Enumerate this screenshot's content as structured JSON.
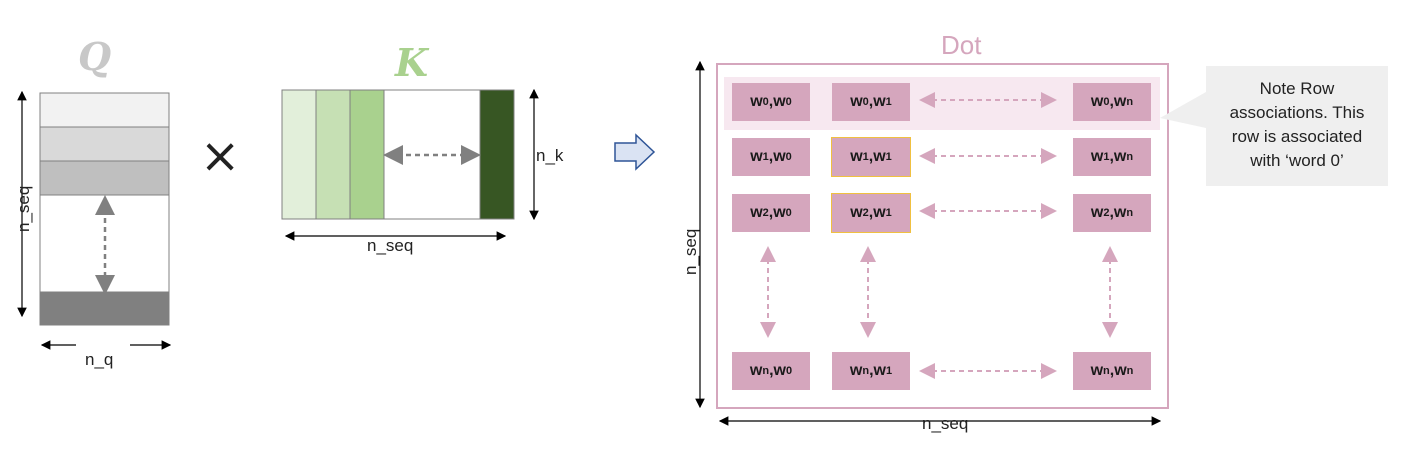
{
  "q_block": {
    "title": "Q",
    "row_label": "n_seq",
    "col_label": "n_q",
    "row_colors": [
      "#f2f2f2",
      "#d9d9d9",
      "#bfbfbf",
      "#ffffff",
      "#808080"
    ]
  },
  "multiply_symbol": "×",
  "k_block": {
    "title": "K",
    "row_label": "n_k",
    "col_label": "n_seq",
    "col_colors": [
      "#e2efda",
      "#c6e0b4",
      "#a9d18e",
      "#ffffff",
      "#375623"
    ]
  },
  "dot_block": {
    "title": "Dot",
    "row_label": "n_seq",
    "col_label": "n_seq",
    "cells": [
      [
        {
          "a": "w",
          "ai": "0",
          "b": "w",
          "bi": "0"
        },
        {
          "a": "w",
          "ai": "0",
          "b": "w",
          "bi": "1"
        },
        {
          "a": "w",
          "ai": "0",
          "b": "w",
          "bi": "n"
        }
      ],
      [
        {
          "a": "w",
          "ai": "1",
          "b": "w",
          "bi": "0"
        },
        {
          "a": "w",
          "ai": "1",
          "b": "w",
          "bi": "1"
        },
        {
          "a": "w",
          "ai": "1",
          "b": "w",
          "bi": "n"
        }
      ],
      [
        {
          "a": "w",
          "ai": "2",
          "b": "w",
          "bi": "0"
        },
        {
          "a": "w",
          "ai": "2",
          "b": "w",
          "bi": "1"
        },
        {
          "a": "w",
          "ai": "2",
          "b": "w",
          "bi": "n"
        }
      ],
      [
        {
          "a": "w",
          "ai": "n",
          "b": "w",
          "bi": "0"
        },
        {
          "a": "w",
          "ai": "n",
          "b": "w",
          "bi": "1"
        },
        {
          "a": "w",
          "ai": "n",
          "b": "w",
          "bi": "n"
        }
      ]
    ],
    "highlighted_row": 0,
    "highlighted_cells": [
      [
        1,
        1
      ],
      [
        2,
        1
      ]
    ]
  },
  "note": {
    "lines": [
      "Note Row",
      "associations. This",
      "row is associated",
      "with ‘word 0’"
    ]
  },
  "colors": {
    "pink": "#d5a6bd",
    "pink_light": "#f7e8f0",
    "arrow_gray": "#808080",
    "outline": "#808080"
  }
}
